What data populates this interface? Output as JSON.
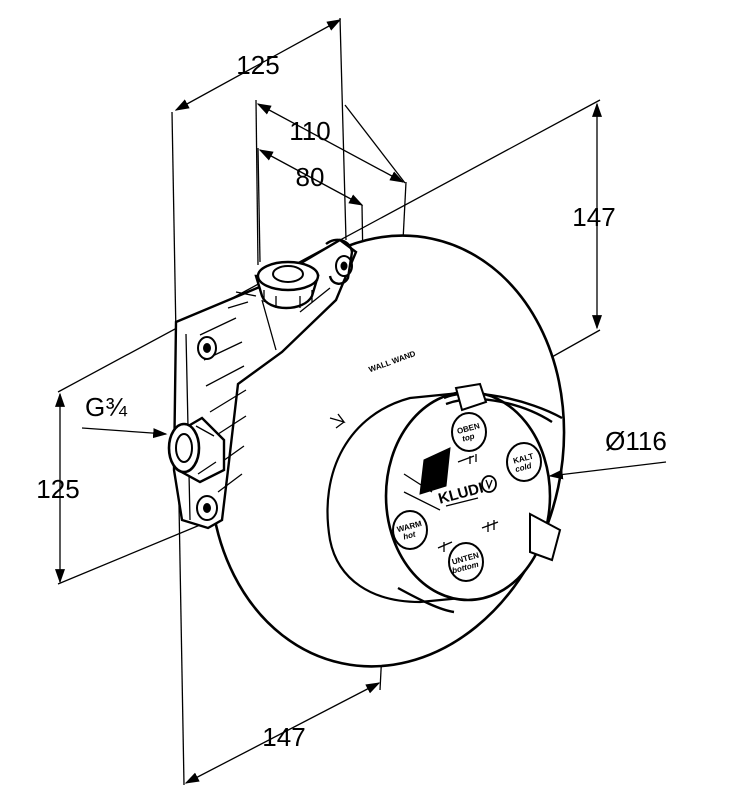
{
  "dimensions": {
    "width_top": "125",
    "depth_110": "110",
    "depth_80": "80",
    "height_right": "147",
    "diameter": "Ø116",
    "thread": "G¾",
    "height_left": "125",
    "width_bottom": "147"
  },
  "plate_text": "WALL WAND",
  "brand": "KLUDI",
  "ports": {
    "top_line1": "OBEN",
    "top_line2": "top",
    "cold_line1": "KALT",
    "cold_line2": "cold",
    "hot_line1": "WARM",
    "hot_line2": "hot",
    "bottom_line1": "UNTEN",
    "bottom_line2": "bottom"
  }
}
